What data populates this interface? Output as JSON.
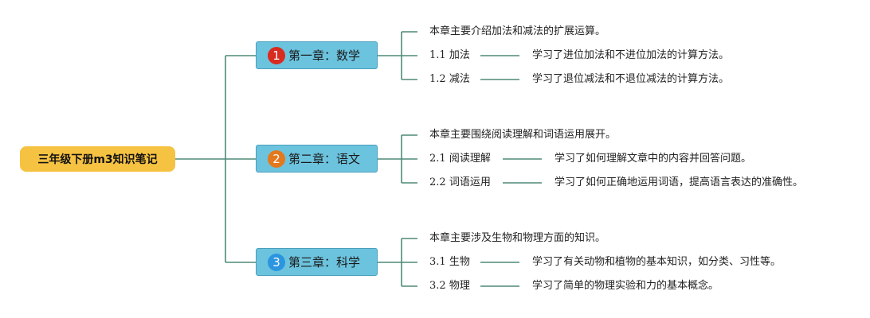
{
  "root": {
    "title": "三年级下册m3知识笔记",
    "color": "#f6c242"
  },
  "colors": {
    "line": "#4e8a78",
    "chapter_fill": "#6cc3de"
  },
  "chapters": [
    {
      "number": "1",
      "badge_color": "#d92b1f",
      "title": "第一章：数学",
      "summary": "本章主要介绍加法和减法的扩展运算。",
      "topics": [
        {
          "code": "1.1",
          "name": "加法",
          "detail": "学习了进位加法和不进位加法的计算方法。"
        },
        {
          "code": "1.2",
          "name": "减法",
          "detail": "学习了退位减法和不退位减法的计算方法。"
        }
      ]
    },
    {
      "number": "2",
      "badge_color": "#e3781e",
      "title": "第二章：语文",
      "summary": "本章主要围绕阅读理解和词语运用展开。",
      "topics": [
        {
          "code": "2.1",
          "name": "阅读理解",
          "detail": "学习了如何理解文章中的内容并回答问题。"
        },
        {
          "code": "2.2",
          "name": "词语运用",
          "detail": "学习了如何正确地运用词语，提高语言表达的准确性。"
        }
      ]
    },
    {
      "number": "3",
      "badge_color": "#2b95e0",
      "title": "第三章：科学",
      "summary": "本章主要涉及生物和物理方面的知识。",
      "topics": [
        {
          "code": "3.1",
          "name": "生物",
          "detail": "学习了有关动物和植物的基本知识，如分类、习性等。"
        },
        {
          "code": "3.2",
          "name": "物理",
          "detail": "学习了简单的物理实验和力的基本概念。"
        }
      ]
    }
  ]
}
